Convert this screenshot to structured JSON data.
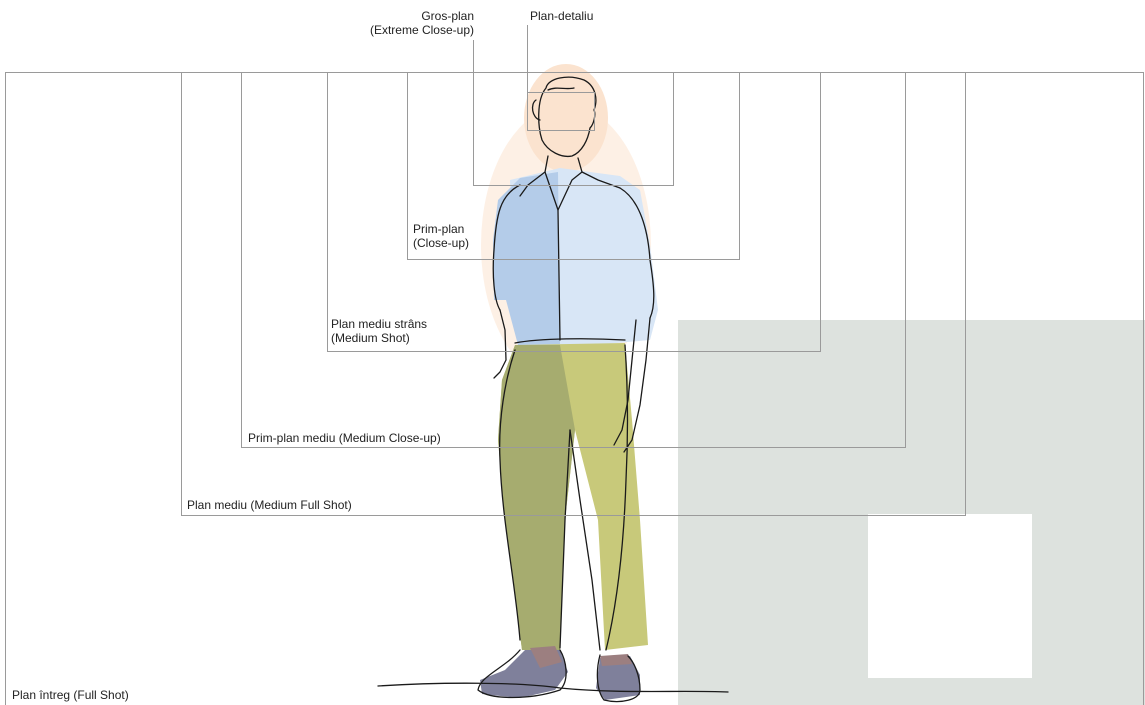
{
  "diagram": {
    "shots": [
      {
        "id": "detail",
        "lines": [
          "Plan-detaliu"
        ]
      },
      {
        "id": "extreme-close-up",
        "lines": [
          "Gros-plan",
          "(Extreme Close-up)"
        ]
      },
      {
        "id": "close-up",
        "lines": [
          "Prim-plan",
          "(Close-up)"
        ]
      },
      {
        "id": "medium-shot",
        "lines": [
          "Plan mediu strâns",
          "(Medium Shot)"
        ]
      },
      {
        "id": "medium-close-up",
        "lines": [
          "Prim-plan mediu (Medium Close-up)"
        ]
      },
      {
        "id": "medium-full-shot",
        "lines": [
          "Plan mediu (Medium Full Shot)"
        ]
      },
      {
        "id": "full-shot",
        "lines": [
          "Plan întreg (Full Shot)"
        ]
      }
    ]
  },
  "colors": {
    "frame_line": "#9a9a9a",
    "shirt_dark": "#b4cce9",
    "shirt_light": "#d8e6f6",
    "pants_dark": "#a6ac6f",
    "pants_light": "#c8c97a",
    "shoes": "#7f809b",
    "skin": "#fbe3cf",
    "backdrop": "#dde2de"
  }
}
